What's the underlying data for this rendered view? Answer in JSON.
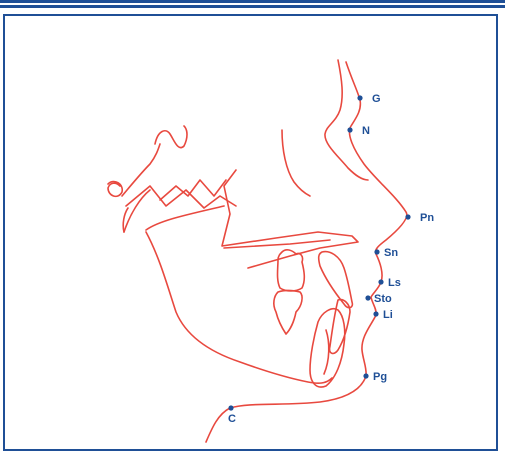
{
  "colors": {
    "border": "#1f4f96",
    "tracing": "#e8493f",
    "landmark": "#1f4f96"
  },
  "landmarks": [
    {
      "id": "G",
      "label": "G"
    },
    {
      "id": "N",
      "label": "N"
    },
    {
      "id": "Pn",
      "label": "Pn"
    },
    {
      "id": "Sn",
      "label": "Sn"
    },
    {
      "id": "Ls",
      "label": "Ls"
    },
    {
      "id": "Sto",
      "label": "Sto"
    },
    {
      "id": "Li",
      "label": "Li"
    },
    {
      "id": "Pg",
      "label": "Pg"
    },
    {
      "id": "C",
      "label": "C"
    }
  ]
}
